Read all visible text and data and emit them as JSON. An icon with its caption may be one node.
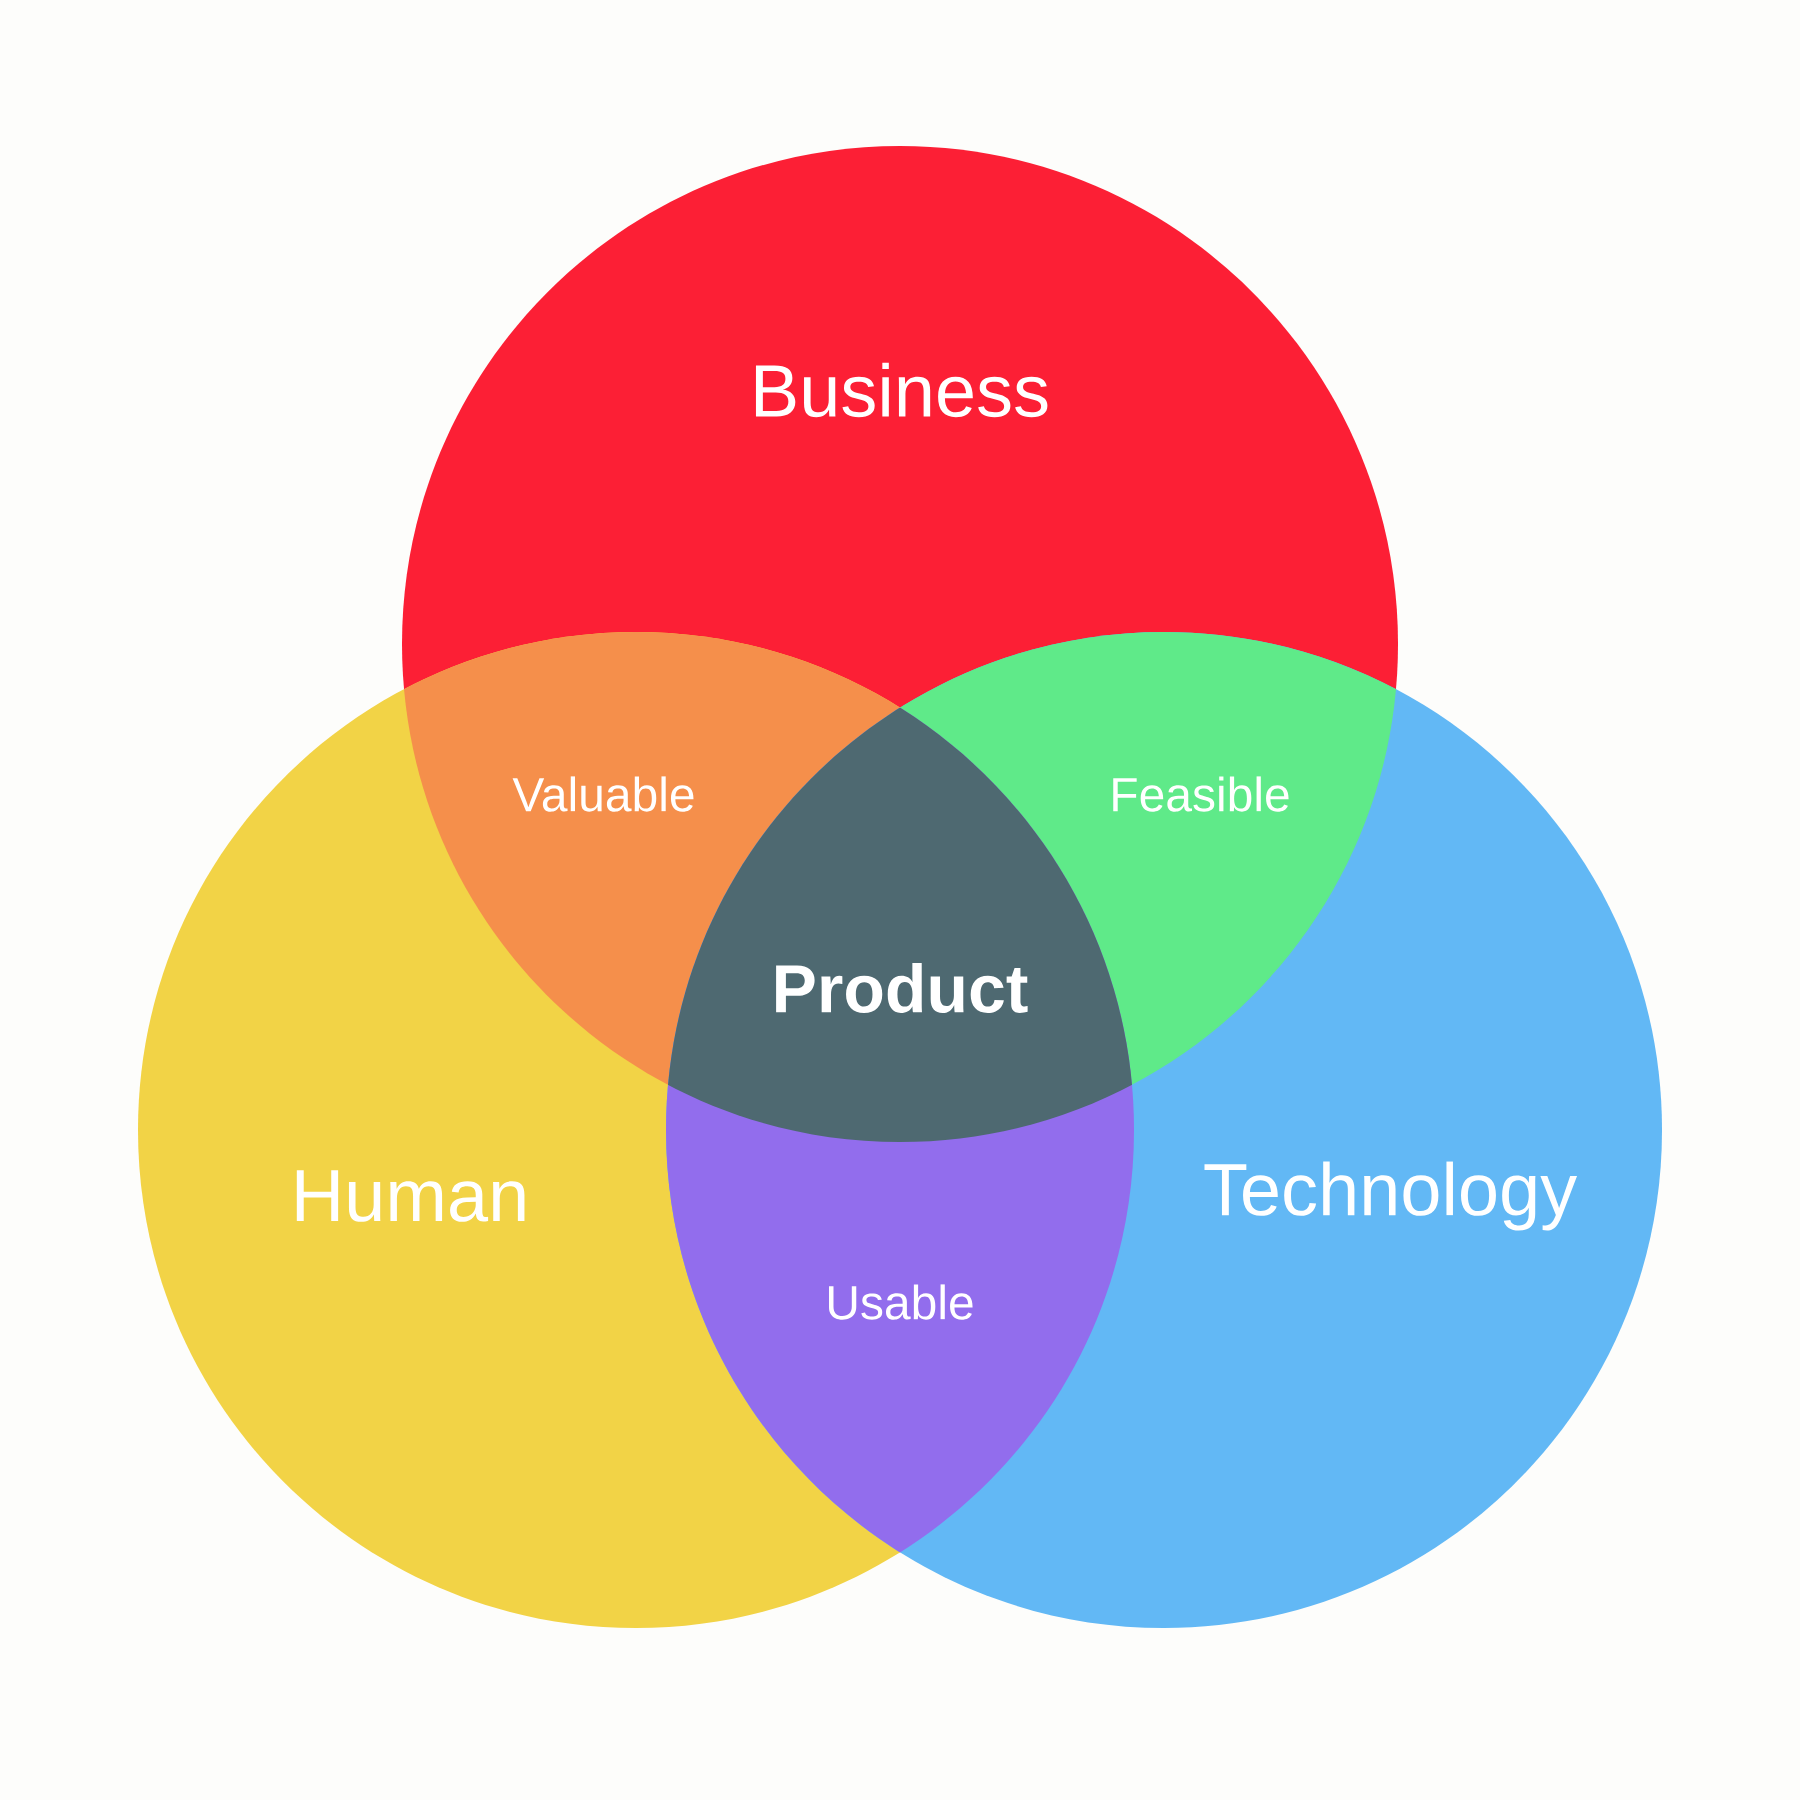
{
  "diagram": {
    "nodes": [
      {
        "text": [
          "Business"
        ]
      },
      {
        "text": [
          "Human"
        ]
      },
      {
        "text": [
          "Technology"
        ]
      }
    ],
    "labels": [
      "Valuable",
      "Feasible",
      "Product",
      "Usable"
    ]
  }
}
